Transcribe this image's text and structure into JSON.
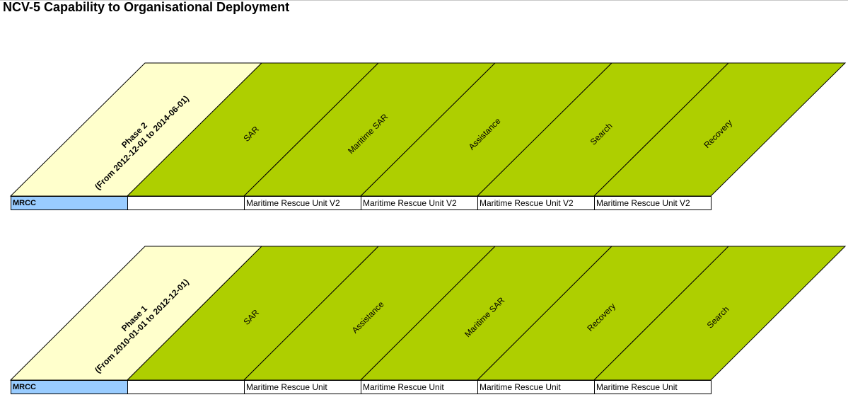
{
  "title": "NCV-5 Capability to Organisational Deployment",
  "colors": {
    "phase_fill": "#ffffcc",
    "capability_fill": "#aecf00",
    "org_fill": "#99ccff"
  },
  "phases": [
    {
      "phase_name": "Phase 2",
      "date_range": "(From 2012-12-01 to 2014-06-01)",
      "capabilities": [
        "SAR",
        "Maritime SAR",
        "Assistance",
        "Search",
        "Recovery"
      ],
      "organisation": "MRCC",
      "units": [
        "Maritime Rescue Unit V2",
        "Maritime Rescue Unit V2",
        "Maritime Rescue Unit V2",
        "Maritime Rescue Unit V2"
      ]
    },
    {
      "phase_name": "Phase 1",
      "date_range": "(From 2010-01-01 to 2012-12-01)",
      "capabilities": [
        "SAR",
        "Assistance",
        "Maritime SAR",
        "Recovery",
        "Search"
      ],
      "organisation": "MRCC",
      "units": [
        "Maritime Rescue Unit",
        "Maritime Rescue Unit",
        "Maritime Rescue Unit",
        "Maritime Rescue Unit"
      ]
    }
  ]
}
